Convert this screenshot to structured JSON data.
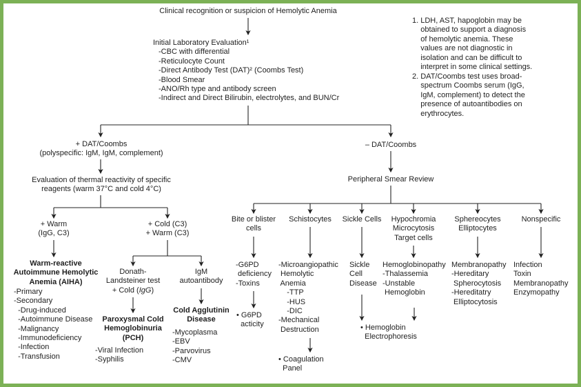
{
  "diagram": {
    "colors": {
      "frame_green": "#7cb156",
      "line_black": "#222222"
    },
    "title_node": "Clinical recognition or suspicion of Hemolytic Anemia",
    "initial_eval": {
      "title": "Initial Laboratory Evaluation¹",
      "items": [
        "-CBC with differential",
        "-Reticulocyte Count",
        "-Direct Antibody Test (DAT)² (Coombs Test)",
        "-Blood Smear",
        "-ANO/Rh type and antibody screen",
        "-Indirect and Direct Bilirubin, electrolytes, and BUN/Cr"
      ]
    },
    "footnotes": {
      "note1_lines": [
        "1. LDH, AST, hapoglobin may be",
        "    obtained to support a diagnosis",
        "    of hemolytic anemia. These",
        "    values are not diagnostic in",
        "    isolation and can be difficult to",
        "    interpret in some clinical settings."
      ],
      "note2_lines": [
        "2. DAT/Coombs test uses broad-",
        "    spectrum Coombs serum (IgG,",
        "    IgM, complement) to detect the",
        "    presence of autoantibodies on",
        "    erythrocytes."
      ]
    },
    "dat_positive": {
      "label": "+ DAT/Coombs",
      "sublabel": "(polyspecific: IgM, IgM, complement)",
      "thermal_lines": [
        "Evaluation of thermal reactivity of specific",
        "reagents (warm 37°C and cold 4°C)"
      ]
    },
    "warm": {
      "label_lines": [
        "+ Warm",
        "(IgG, C3)"
      ],
      "aiha_title_lines": [
        "Warm-reactive",
        "Autoimmune Hemolytic",
        "Anemia (AIHA)"
      ],
      "aiha_items": [
        "-Primary",
        "-Secondary",
        "  -Drug-induced",
        "  -Autoimmune Disease",
        "  -Malignancy",
        "  -Immunodeficiency",
        "  -Infection",
        "  -Transfusion"
      ]
    },
    "cold": {
      "label_lines": [
        "+ Cold (C3)",
        "+ Warm (C3)"
      ],
      "donath": {
        "line1": "Donath-",
        "line2": "Landsteiner test",
        "line3_pre": "+ Cold (",
        "line3_italic": "IgG",
        "line3_post": ")"
      },
      "pch_title_lines": [
        "Paroxysmal Cold",
        "Hemoglobinuria",
        "(PCH)"
      ],
      "pch_items": [
        "-Viral Infection",
        "-Syphilis"
      ],
      "igm_lines": [
        "IgM",
        "autoantibody"
      ],
      "cad_title_lines": [
        "Cold Agglutinin",
        "Disease"
      ],
      "cad_items": [
        "-Mycoplasma",
        "-EBV",
        "-Parvovirus",
        "-CMV"
      ]
    },
    "dat_negative": {
      "label": "– DAT/Coombs",
      "smear_review": "Peripheral Smear Review",
      "columns": [
        {
          "header_lines": [
            "Bite or blister",
            "cells"
          ],
          "finding_lines": [
            "-G6PD",
            " deficiency",
            "-Toxins"
          ],
          "action_lines": [
            "• G6PD",
            "  acticity"
          ]
        },
        {
          "header_lines": [
            "Schistocytes"
          ],
          "finding_lines": [
            "-Microangiopathic",
            " Hemolytic",
            " Anemia",
            "    -TTP",
            "    -HUS",
            "    -DIC",
            "-Mechanical",
            " Destruction"
          ],
          "action_lines": [
            "• Coagulation",
            "  Panel"
          ]
        },
        {
          "header_lines": [
            "Sickle Cells"
          ],
          "finding_lines": [
            "Sickle",
            "Cell",
            "Disease"
          ]
        },
        {
          "header_lines": [
            "Hypochromia",
            "Microcytosis",
            "Target cells"
          ],
          "finding_lines": [
            "Hemoglobinopathy",
            "-Thalassemia",
            "-Unstable",
            " Hemoglobin"
          ]
        },
        {
          "header_lines": [
            "Sphereocytes",
            "Elliptocytes"
          ],
          "finding_lines": [
            "Membranopathy",
            "-Hereditary",
            " Spherocytosis",
            "-Hereditatry",
            " Elliptocytosis"
          ]
        },
        {
          "header_lines": [
            "Nonspecific"
          ],
          "finding_lines": [
            "Infection",
            "Toxin",
            "Membranopathy",
            "Enzymopathy"
          ]
        }
      ],
      "shared_action_lines": [
        "• Hemoglobin",
        "  Electrophoresis"
      ]
    }
  }
}
